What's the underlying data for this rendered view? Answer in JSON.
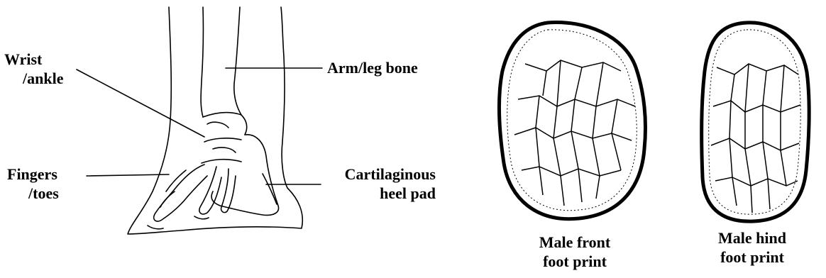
{
  "anatomy": {
    "labels": {
      "wrist": {
        "line1": "Wrist",
        "line2": "/ankle"
      },
      "bone": "Arm/leg bone",
      "fingers": {
        "line1": "Fingers",
        "line2": "/toes"
      },
      "heel": {
        "line1": "Cartilaginous",
        "line2": "heel pad"
      }
    }
  },
  "prints": {
    "front": {
      "line1": "Male front",
      "line2": "foot print"
    },
    "hind": {
      "line1": "Male hind",
      "line2": "foot print"
    }
  }
}
